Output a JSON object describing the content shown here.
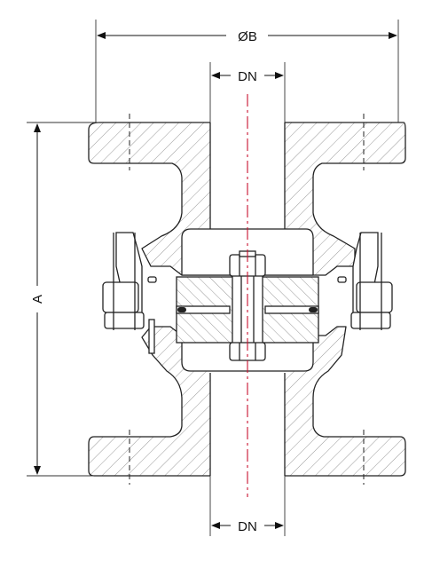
{
  "labels": {
    "top_diameter": "ØB",
    "top_nominal": "DN",
    "bottom_nominal": "DN",
    "overall_height": "A"
  },
  "colors": {
    "line": "#222222",
    "hatch": "#9a9a9a",
    "centerline": "#c8102e",
    "bore": "#ffffff",
    "background": "#ffffff"
  },
  "icons": [
    "arrow-left-icon",
    "arrow-right-icon",
    "arrow-up-icon",
    "arrow-down-icon"
  ]
}
